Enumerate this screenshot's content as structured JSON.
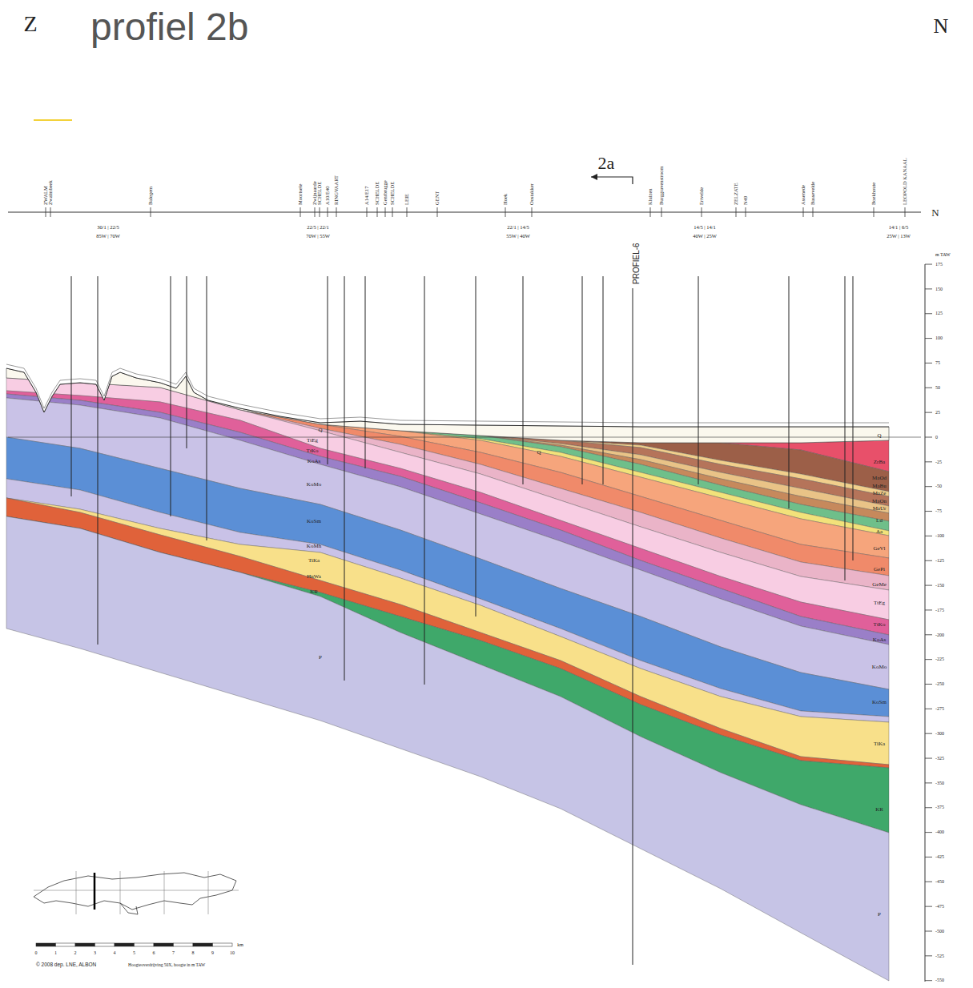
{
  "diagram": {
    "title": "profiel 2b",
    "labels": [
      "Z",
      "N",
      "2a",
      "ZWALM",
      "Zwalmbeek",
      "Balegem",
      "Moortsele",
      "Zwijnaarde",
      "SCHELDE",
      "A10/E40",
      "RINGVAART",
      "A14/E17",
      "SCHELDE",
      "Gentbrugge",
      "SCHELDE",
      "LEIE",
      "GENT",
      "Hoek",
      "Oostakker",
      "Kluizen",
      "Burggravenstroom",
      "Ertvelde",
      "ZELZATE",
      "N49",
      "Assenede",
      "Bassevelde",
      "Boekhoute",
      "LEOPOLD KANAAL",
      "N",
      "30/1 | 22/5",
      "85W | 70W",
      "22/5 | 22/1",
      "70W | 55W",
      "22/1 | 14/5",
      "55W | 40W",
      "14/5 | 14/1",
      "40W | 25W",
      "14/1 | 6/5",
      "25W | 13W",
      "PROFIEL-6",
      "m TAW",
      "175",
      "150",
      "125",
      "100",
      "75",
      "50",
      "25",
      "0",
      "-25",
      "-50",
      "-75",
      "-100",
      "-125",
      "-150",
      "-175",
      "-200",
      "-225",
      "-250",
      "-275",
      "-300",
      "-325",
      "-350",
      "-375",
      "-400",
      "-425",
      "-450",
      "-475",
      "-500",
      "-525",
      "-550",
      "Q",
      "TtEg",
      "TtKo",
      "KoAs",
      "KoMo",
      "KoSm",
      "KoMh",
      "TiKa",
      "HnWa",
      "KR",
      "P",
      "Q",
      "Q",
      "ZrBa",
      "MaOd",
      "MaBu",
      "MaZe",
      "MaOn",
      "MaUr",
      "Ld",
      "Aa",
      "GeVl",
      "GePi",
      "GeMe",
      "TtEg",
      "TtKo",
      "KoAs",
      "KoMo",
      "KoSm",
      "TiKa",
      "KR",
      "P",
      "0",
      "1",
      "2",
      "3",
      "4",
      "5",
      "6",
      "7",
      "8",
      "9",
      "10",
      "km",
      "© 2008 dep. LNE, ALBON",
      "Hoogteoverdrijving 50X, hoogte in m TAW"
    ]
  }
}
